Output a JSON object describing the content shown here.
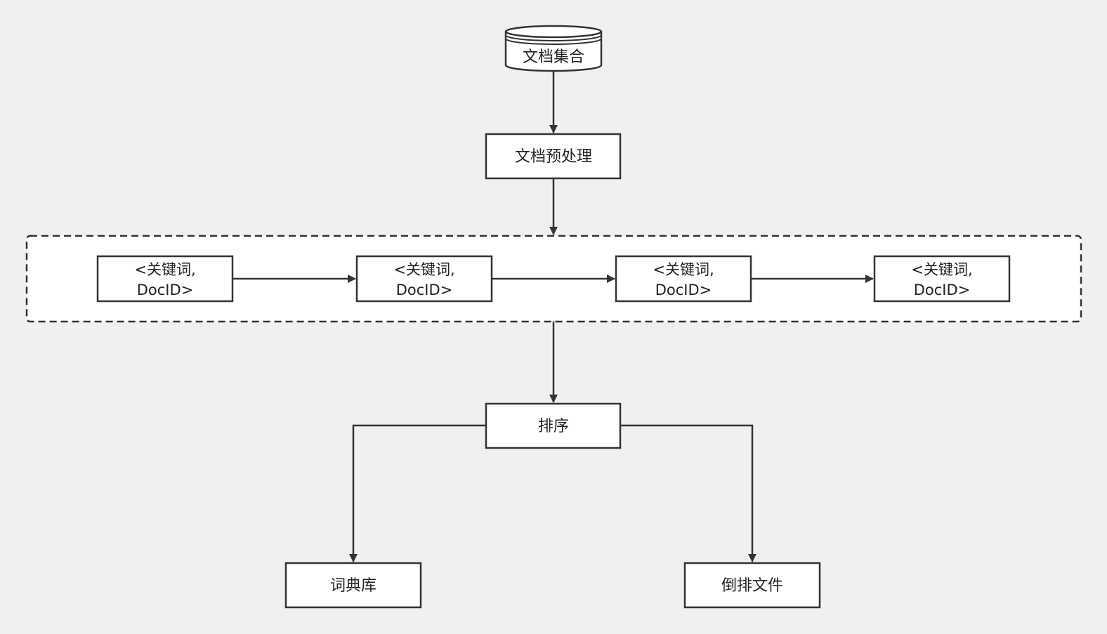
{
  "diagram": {
    "source_label": "文档集合",
    "preprocess_label": "文档预处理",
    "pairs": [
      {
        "line1": "<关键词,",
        "line2": "DocID>"
      },
      {
        "line1": "<关键词,",
        "line2": "DocID>"
      },
      {
        "line1": "<关键词,",
        "line2": "DocID>"
      },
      {
        "line1": "<关键词,",
        "line2": "DocID>"
      }
    ],
    "sort_label": "排序",
    "dictionary_label": "词典库",
    "inverted_file_label": "倒排文件"
  },
  "colors": {
    "background": "#f0f0f0",
    "stroke": "#333333",
    "fill": "#ffffff",
    "text": "#222222"
  }
}
